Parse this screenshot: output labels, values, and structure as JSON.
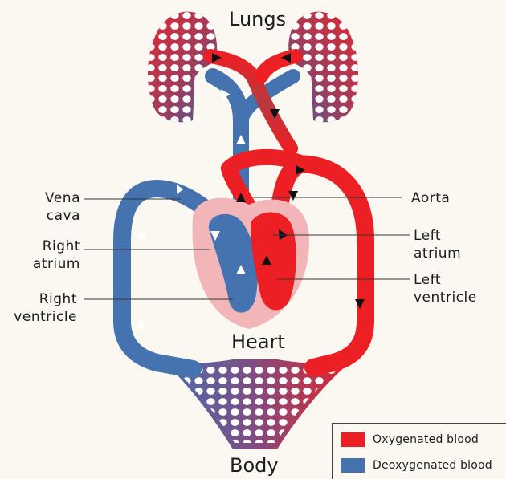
{
  "colors": {
    "oxygenated": "#ec2024",
    "deoxygenated": "#4573b0",
    "heart_tissue": "#f2b5b8",
    "background": "#fbf8f1"
  },
  "titles": {
    "lungs": "Lungs",
    "heart": "Heart",
    "body": "Body"
  },
  "labels": {
    "vena_cava_1": "Vena",
    "vena_cava_2": "cava",
    "right_atrium_1": "Right",
    "right_atrium_2": "atrium",
    "right_ventricle_1": "Right",
    "right_ventricle_2": "ventricle",
    "aorta": "Aorta",
    "left_atrium_1": "Left",
    "left_atrium_2": "atrium",
    "left_ventricle_1": "Left",
    "left_ventricle_2": "ventricle"
  },
  "legend": {
    "oxygenated": "Oxygenated blood",
    "deoxygenated": "Deoxygenated blood"
  }
}
